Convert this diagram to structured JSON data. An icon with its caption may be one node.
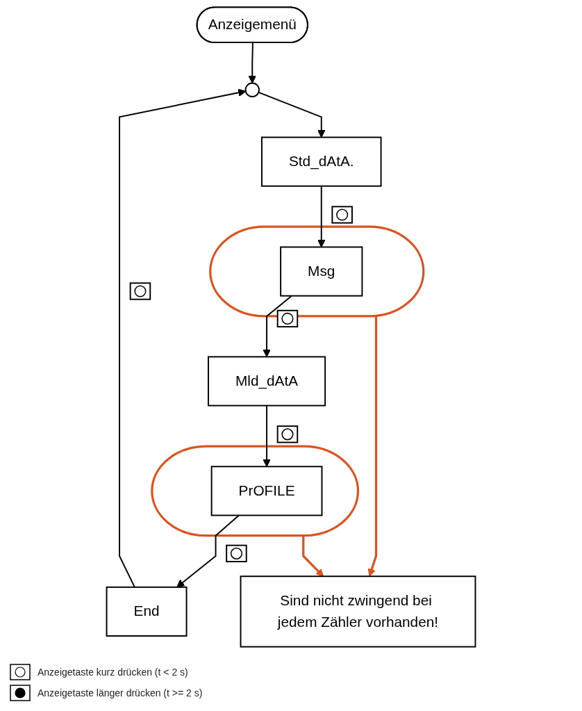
{
  "diagram": {
    "nodes": [
      {
        "text": [
          "Anzeigemenü"
        ]
      },
      {
        "text": [],
        "shape": "circle"
      },
      {
        "text": [
          "Std_dAtA."
        ]
      },
      {
        "text": [],
        "shape": "ellipse"
      },
      {
        "text": [
          "Msg"
        ],
        "in": 3
      },
      {
        "text": [
          "Mld_dAtA"
        ]
      },
      {
        "text": [],
        "shape": "ellipse"
      },
      {
        "text": [
          "PrOFILE"
        ],
        "in": 6
      },
      {
        "text": [
          "End"
        ]
      },
      {
        "text": [
          "Sind nicht zwingend bei jedem Zähler vorhanden!"
        ]
      }
    ],
    "edges": [
      {
        "from": 0,
        "to": 1,
        "arrow": "to"
      },
      {
        "from": 1,
        "to": 2,
        "arrow": "to"
      },
      {
        "from": 2,
        "to": 4,
        "arrow": "to"
      },
      {
        "from": 4,
        "to": 5,
        "arrow": "to"
      },
      {
        "from": 5,
        "to": 7,
        "arrow": "to"
      },
      {
        "from": 7,
        "to": 8,
        "arrow": "to"
      },
      {
        "from": 8,
        "to": 1,
        "arrow": "to"
      },
      {
        "from": 3,
        "to": 9,
        "arrow": "to",
        "color": "#d9541e"
      },
      {
        "from": 6,
        "to": 9,
        "arrow": "to",
        "color": "#d9541e"
      }
    ],
    "legend": [
      {
        "text": "Anzeigetaste kurz drücken (t < 2 s)"
      },
      {
        "text": "Anzeigetaste länger drücken (t >= 2 s)"
      }
    ]
  }
}
